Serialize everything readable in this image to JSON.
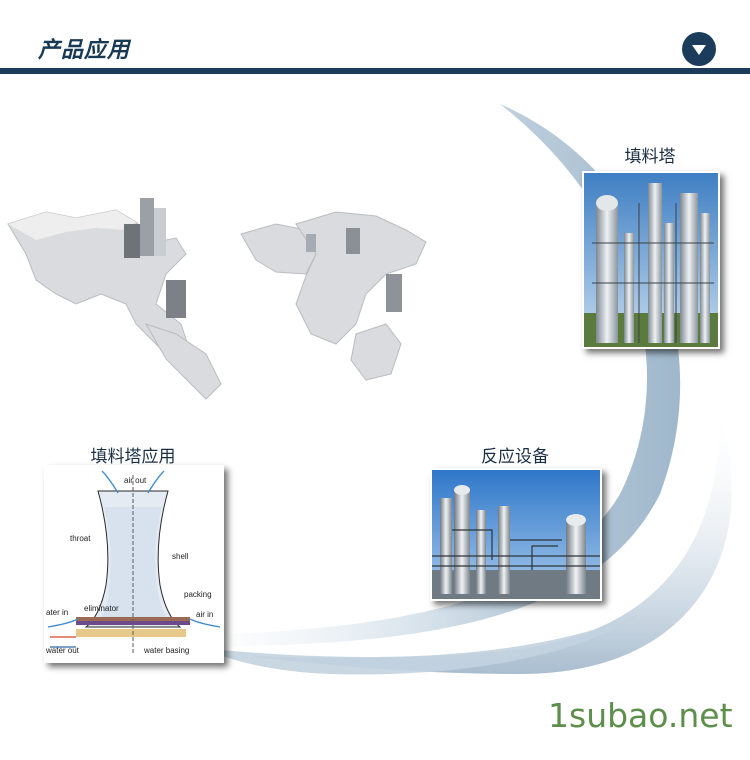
{
  "header": {
    "title": "产品应用",
    "toggle_icon": "chevron-down-icon"
  },
  "items": [
    {
      "caption": "填料塔"
    },
    {
      "caption": "填料塔应用"
    },
    {
      "caption": "反应设备"
    }
  ],
  "diagram": {
    "labels": {
      "air_out": "air out",
      "throat": "throat",
      "shell": "shell",
      "packing": "packing",
      "eliminator": "eliminator",
      "water_in": "ater in",
      "air_in": "air in",
      "water_out": "water out",
      "water_basing": "water basing"
    }
  },
  "watermark": "1subao.net",
  "colors": {
    "brand": "#1b3d5b",
    "swoosh": "#a9c0d2",
    "watermark": "#5d8e4c"
  }
}
